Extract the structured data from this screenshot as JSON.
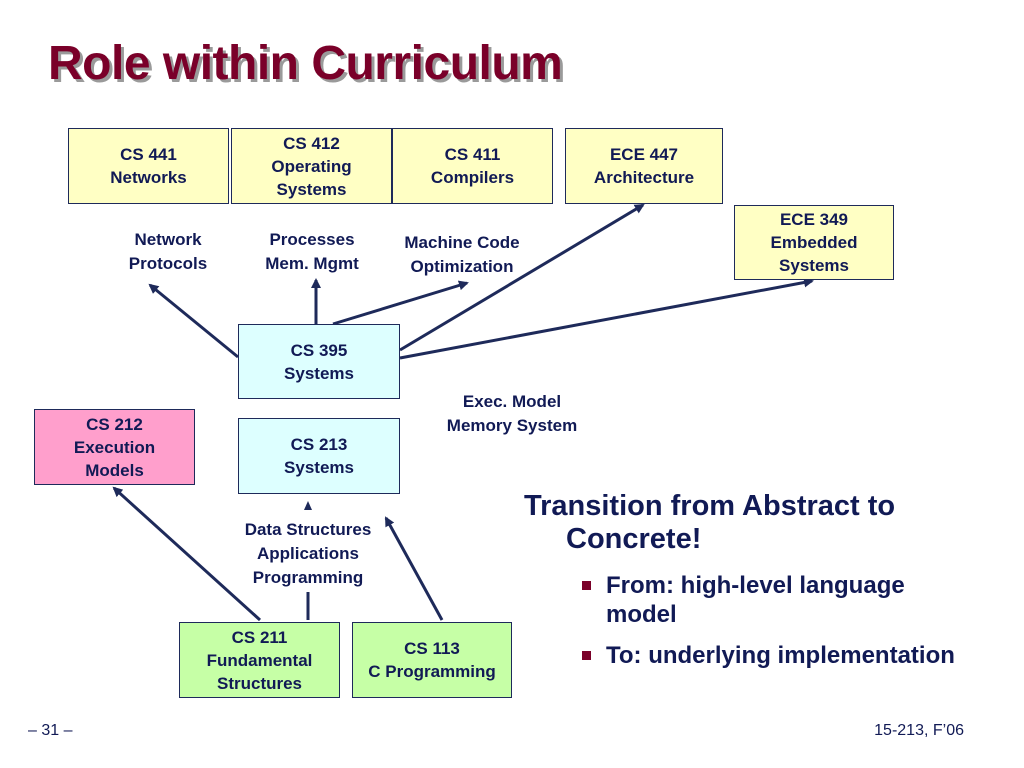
{
  "title": "Role within Curriculum",
  "boxes": {
    "cs441": {
      "line1": "CS 441",
      "line2": "Networks"
    },
    "cs412": {
      "line1": "CS 412",
      "line2": "Operating",
      "line3": "Systems"
    },
    "cs411": {
      "line1": "CS 411",
      "line2": "Compilers"
    },
    "ece447": {
      "line1": "ECE 447",
      "line2": "Architecture"
    },
    "ece349": {
      "line1": "ECE 349",
      "line2": "Embedded",
      "line3": "Systems"
    },
    "cs395": {
      "line1": "CS 395",
      "line2": "Systems"
    },
    "cs213": {
      "line1": "CS 213",
      "line2": "Systems"
    },
    "cs212": {
      "line1": "CS 212",
      "line2": "Execution",
      "line3": "Models"
    },
    "cs211": {
      "line1": "CS 211",
      "line2": "Fundamental",
      "line3": "Structures"
    },
    "cs113": {
      "line1": "CS 113",
      "line2": "C Programming"
    }
  },
  "labels": {
    "network": {
      "line1": "Network",
      "line2": "Protocols"
    },
    "processes": {
      "line1": "Processes",
      "line2": "Mem. Mgmt"
    },
    "machine": {
      "line1": "Machine Code",
      "line2": "Optimization"
    },
    "exec": {
      "line1": "Exec. Model",
      "line2": "Memory System"
    },
    "data": {
      "line1": "Data Structures",
      "line2": "Applications",
      "line3": "Programming"
    }
  },
  "heading": {
    "line1": "Transition from Abstract to",
    "line2": "Concrete!"
  },
  "bullets": [
    {
      "text": "From: high-level language model"
    },
    {
      "text": "To: underlying implementation"
    }
  ],
  "footer": {
    "left": "– 31 –",
    "right": "15-213, F’06"
  },
  "colors": {
    "title": "#7a0029",
    "text": "#111a55",
    "yellow": "#ffffc4",
    "cyan": "#ddffff",
    "pink": "#ff9fcc",
    "green": "#c6ffa6"
  }
}
